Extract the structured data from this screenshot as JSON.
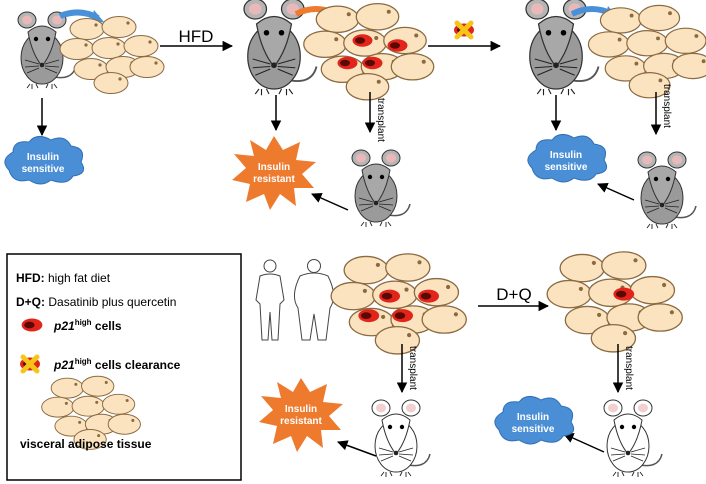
{
  "labels": {
    "hfd_arrow": "HFD",
    "dq_arrow": "D+Q",
    "transplant": "transplant",
    "insulin_sensitive": [
      "Insulin",
      "sensitive"
    ],
    "insulin_resistant": [
      "Insulin",
      "resistant"
    ]
  },
  "legend": {
    "hfd_term": "HFD:",
    "hfd_desc": " high fat diet",
    "dq_term": "D+Q:",
    "dq_desc": " Dasatinib plus quercetin",
    "p21_gene": "p21",
    "p21_sup": "high",
    "cells_word": " cells",
    "clearance_word": " cells clearance",
    "vat_label": "visceral adipose tissue"
  },
  "colors": {
    "adipocyte_fill": "#fbe3c0",
    "adipocyte_dot": "#8a6a40",
    "senescent_red": "#e2241b",
    "senescent_orange": "#f58a32",
    "sensitive_cloud": "#4a8fd6",
    "resistant_star": "#ee7a2e",
    "blue_arrow": "#4a90d9",
    "orange_arrow": "#ee7a2e",
    "gray_mouse": "#9a9a9a",
    "clearance_x": "#f5c518"
  }
}
